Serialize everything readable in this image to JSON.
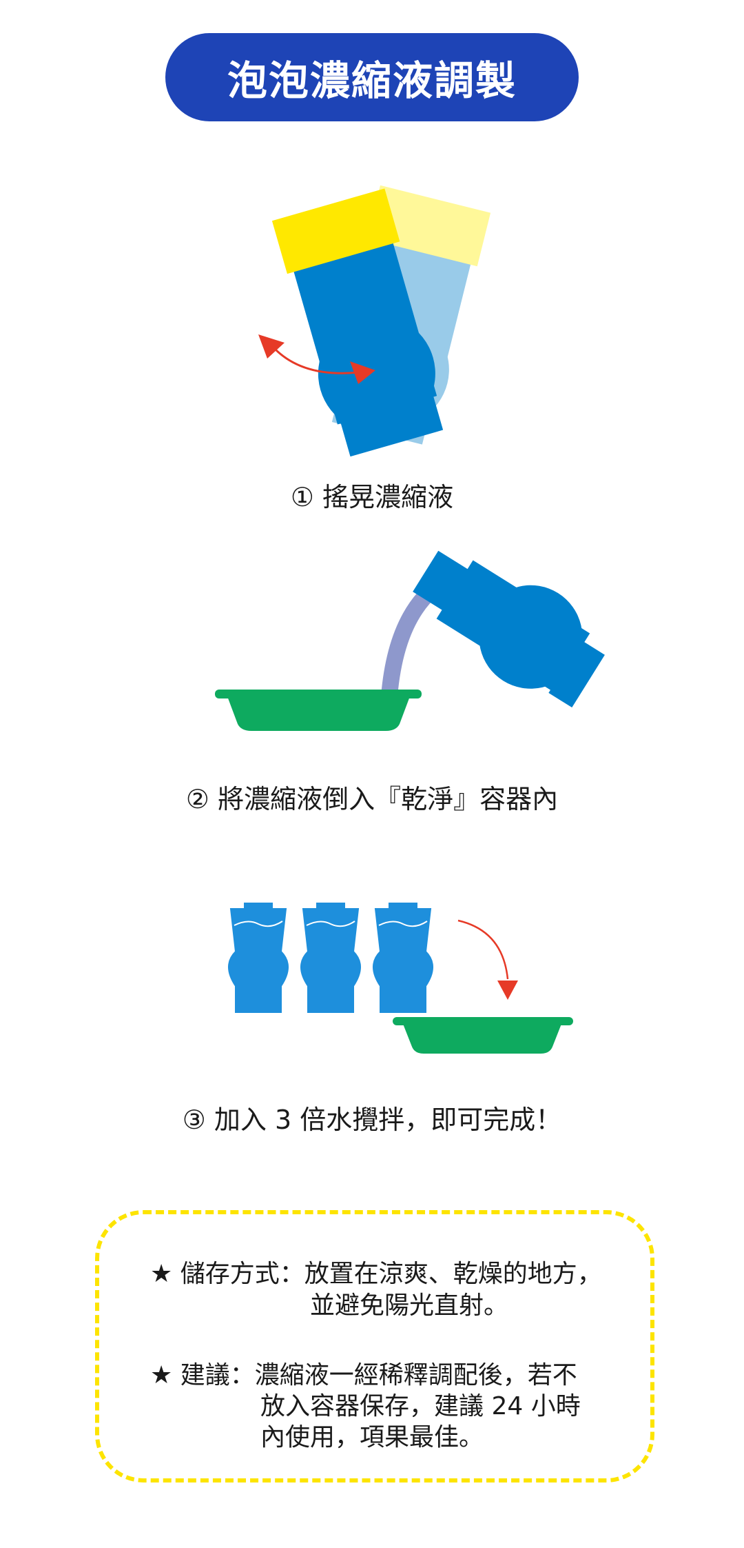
{
  "header": {
    "title": "泡泡濃縮液調製"
  },
  "steps": [
    {
      "label": "① 搖晃濃縮液"
    },
    {
      "label": "② 將濃縮液倒入『乾淨』容器內"
    },
    {
      "label": "③ 加入 3 倍水攪拌，即可完成！"
    }
  ],
  "notes": {
    "storage": {
      "star": "★",
      "heading": "儲存方式：",
      "line1": "放置在涼爽、乾燥的地方，",
      "line2": "並避免陽光直射。"
    },
    "advice": {
      "star": "★",
      "heading": "建議：",
      "line1": "濃縮液一經稀釋調配後，若不",
      "line2": "放入容器保存，建議 24 小時",
      "line3": "內使用，項果最佳。"
    }
  },
  "colors": {
    "title_bg": "#1e44b6",
    "bottle_blue": "#0080cc",
    "bottle_light": "#99cbe9",
    "cap_yellow": "#ffe800",
    "cap_light": "#fff899",
    "tray_green": "#0eaa5f",
    "arrow_red": "#e63a27",
    "pour_stream": "#8e98cc",
    "cup_blue": "#1e8fdc",
    "dash_yellow": "#fde400"
  }
}
